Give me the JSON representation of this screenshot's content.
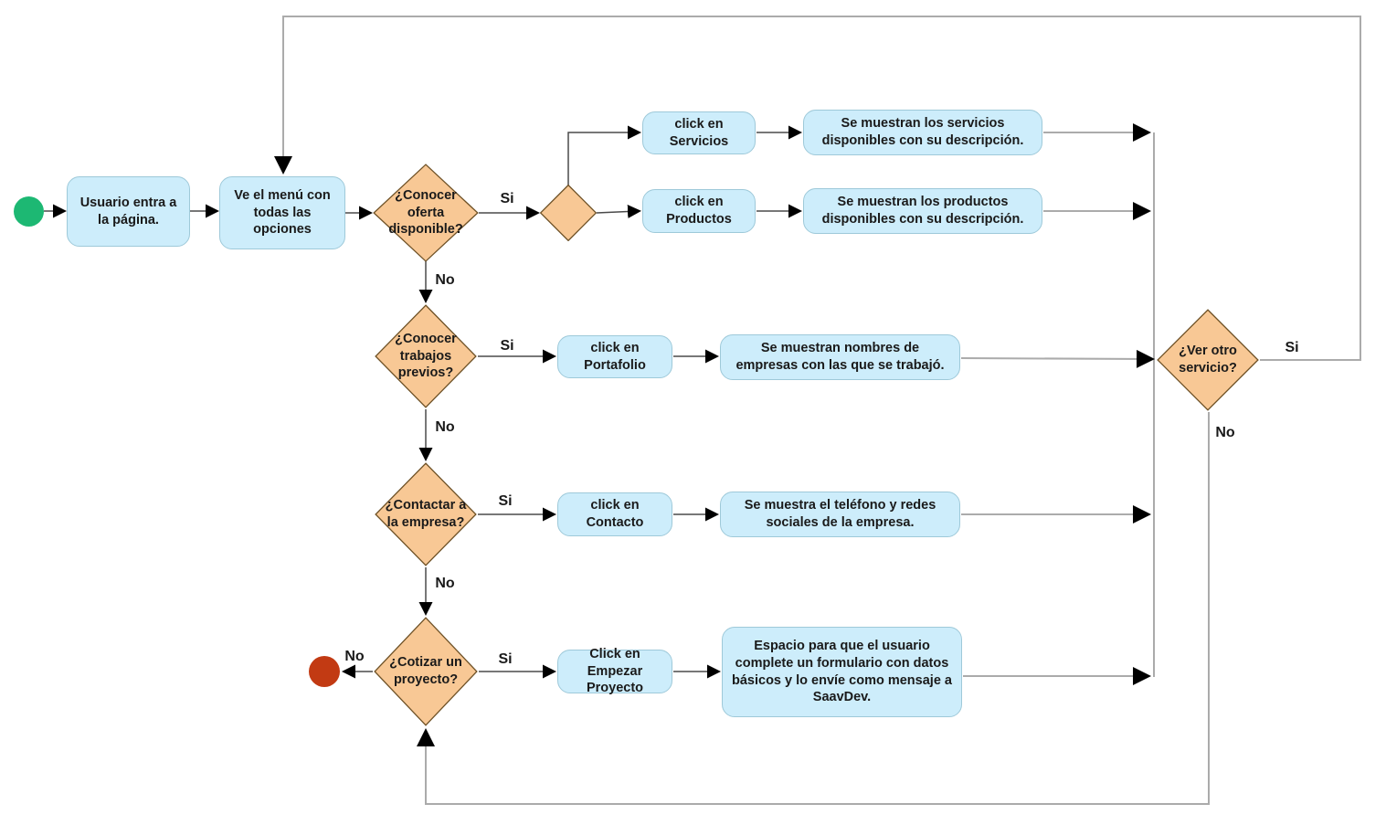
{
  "diagram": {
    "type": "flowchart",
    "nodes": {
      "usuario": {
        "label": "Usuario entra a la página."
      },
      "menu": {
        "label": "Ve el menú con todas las opciones"
      },
      "d_oferta": {
        "label": "¿Conocer oferta disponible?"
      },
      "click_servicios": {
        "label": "click en Servicios"
      },
      "res_servicios": {
        "label": "Se muestran los servicios disponibles con su descripción."
      },
      "click_productos": {
        "label": "click en Productos"
      },
      "res_productos": {
        "label": "Se muestran los productos disponibles con su descripción."
      },
      "d_trabajos": {
        "label": "¿Conocer trabajos previos?"
      },
      "click_portafolio": {
        "label": "click en Portafolio"
      },
      "res_portafolio": {
        "label": "Se muestran nombres de empresas con las que se trabajó."
      },
      "d_contactar": {
        "label": "¿Contactar a la empresa?"
      },
      "click_contacto": {
        "label": "click en Contacto"
      },
      "res_contacto": {
        "label": "Se muestra el teléfono y redes sociales de la empresa."
      },
      "d_cotizar": {
        "label": "¿Cotizar un proyecto?"
      },
      "click_empezar": {
        "label": "Click en Empezar Proyecto"
      },
      "res_formulario": {
        "label": "Espacio para que el usuario complete un formulario con datos básicos y lo envíe como mensaje a SaavDev."
      },
      "d_ver_otro": {
        "label": "¿Ver otro servicio?"
      }
    },
    "edge_labels": {
      "yes": "Si",
      "no": "No"
    },
    "colors": {
      "process_fill": "#cdedfb",
      "process_stroke": "#9ec9d9",
      "decision_fill": "#f8c895",
      "decision_stroke": "#6e5126",
      "start_fill": "#1db873",
      "end_fill": "#c23a13",
      "edge_dark": "#4a4a4a",
      "edge_light": "#ababab"
    }
  }
}
